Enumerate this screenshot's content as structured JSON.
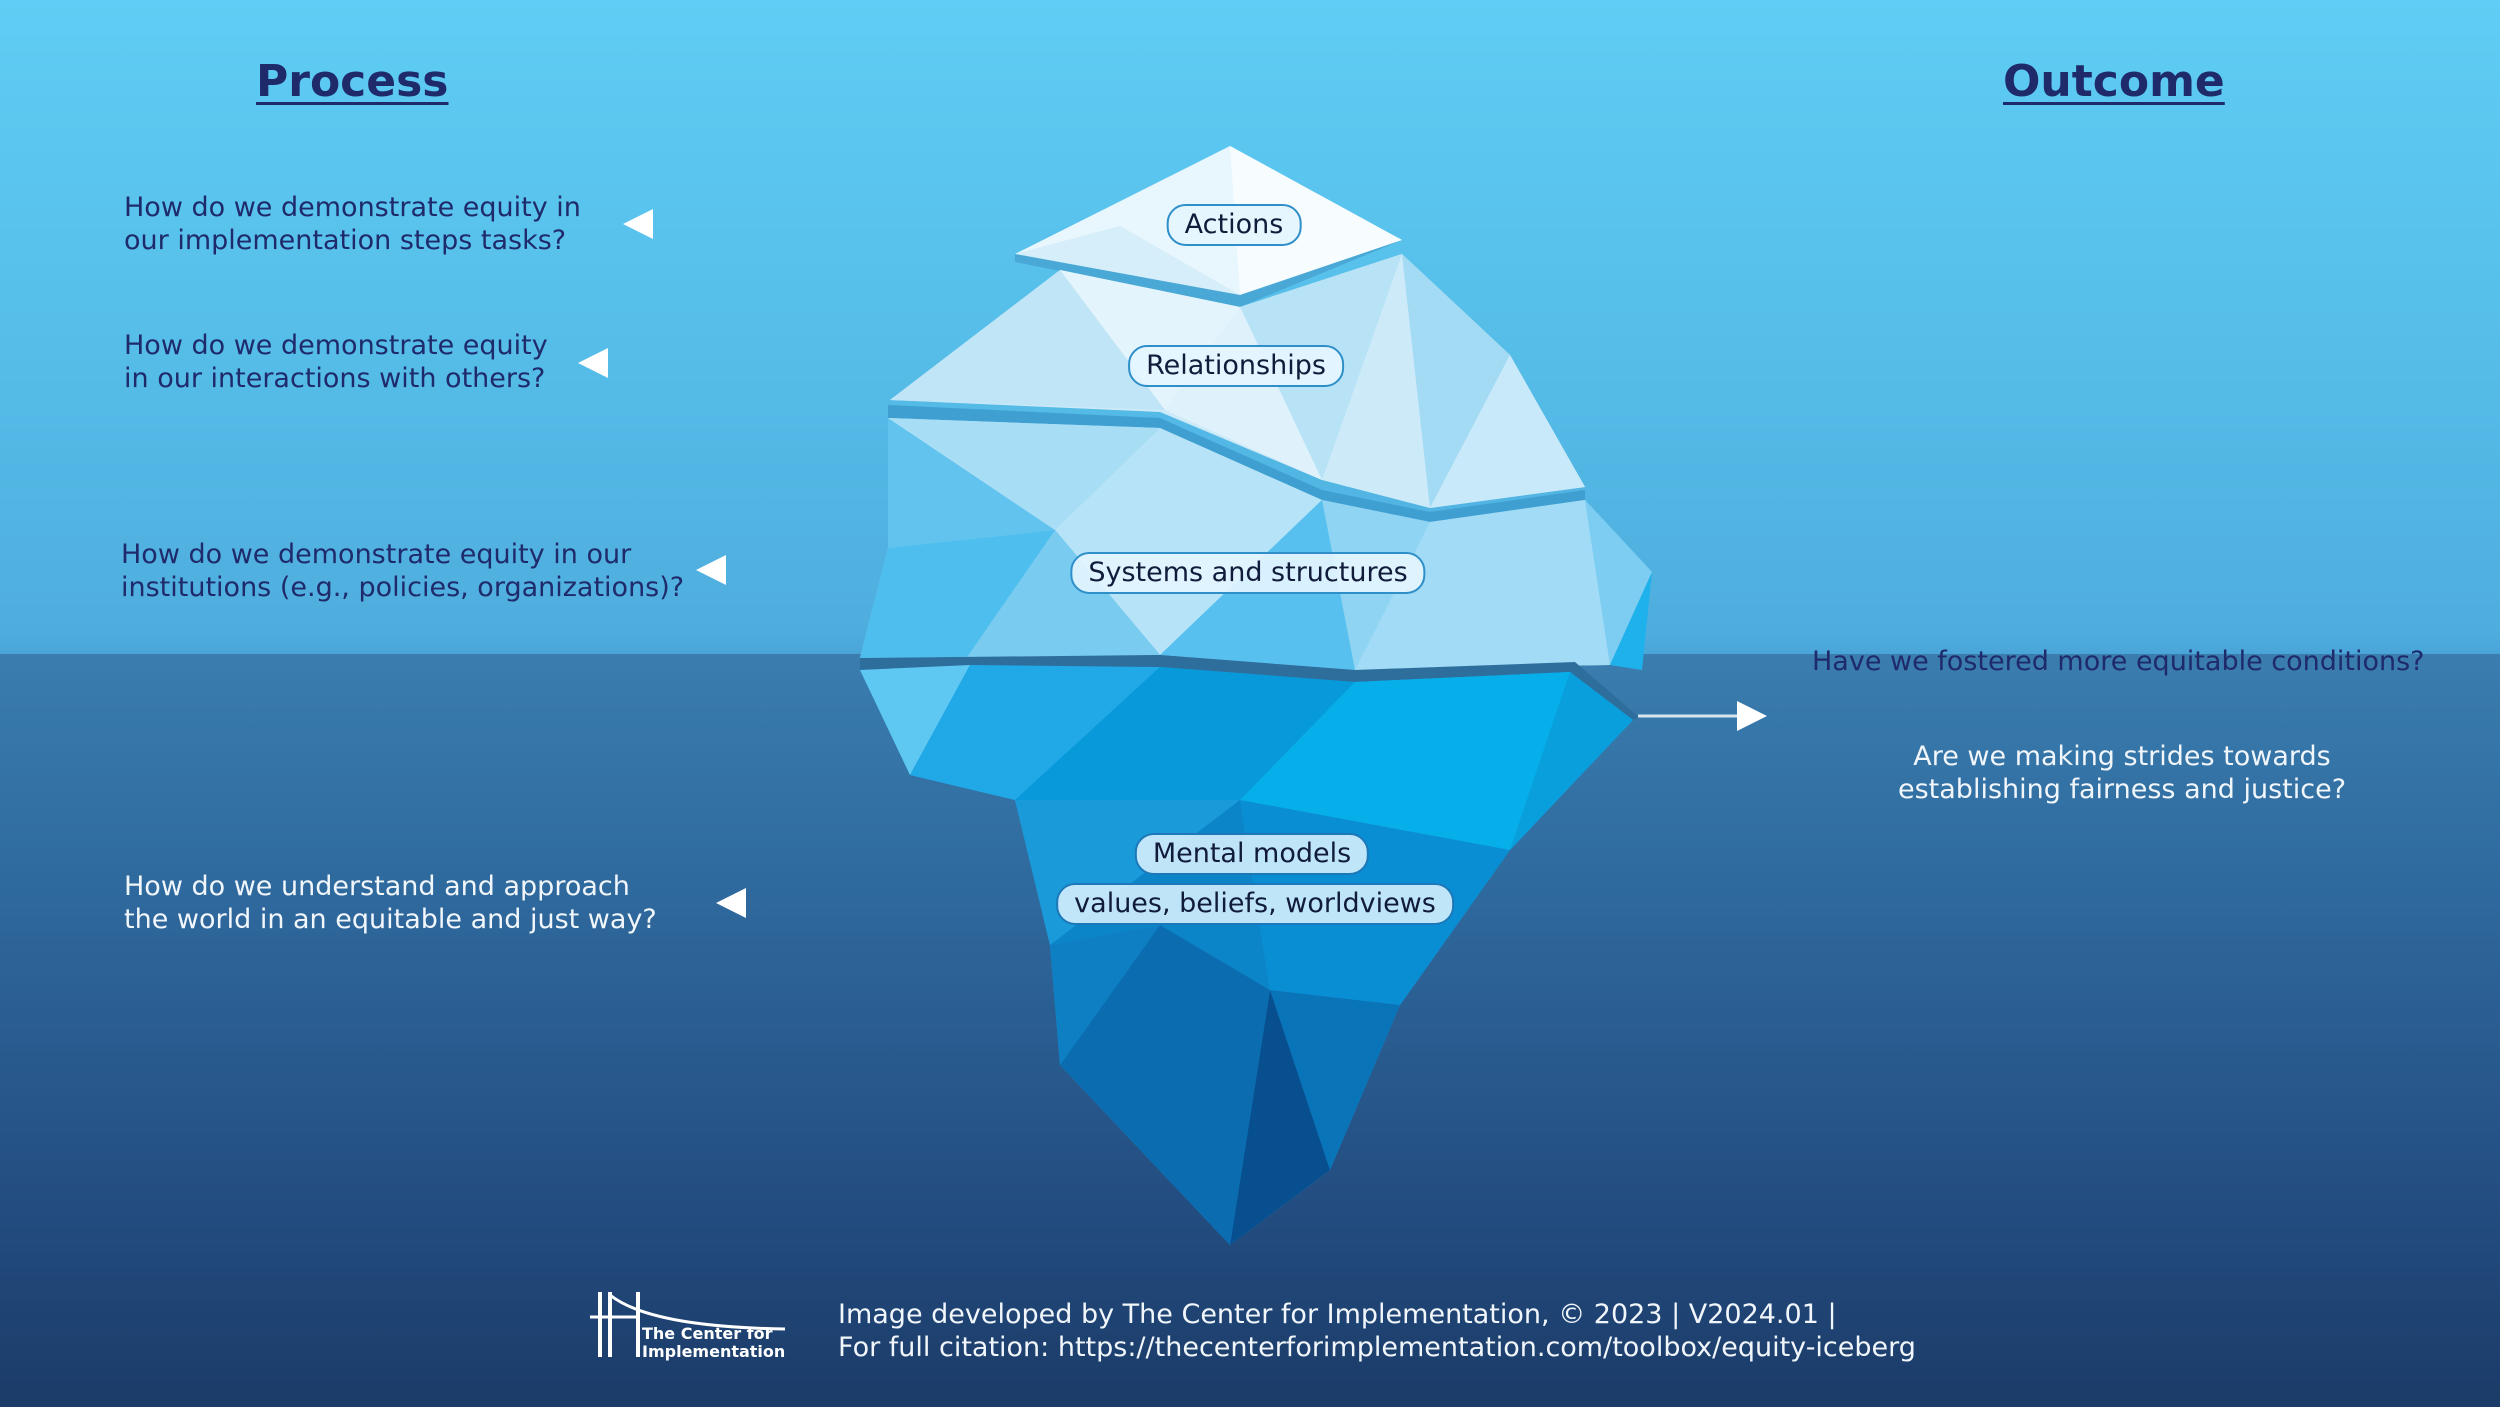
{
  "headings": {
    "left": "Process",
    "right": "Outcome"
  },
  "levels": [
    {
      "label": "Actions",
      "question": "How do we demonstrate equity in\nour implementation steps tasks?"
    },
    {
      "label": "Relationships",
      "question": "How do we demonstrate equity\nin our interactions with others?"
    },
    {
      "label": "Systems and structures",
      "question": "How do we demonstrate equity in our\ninstitutions (e.g., policies, organizations)?"
    },
    {
      "label": "Mental models",
      "sublabel": "values, beliefs, worldviews",
      "question": "How do we understand and approach\nthe world in an equitable and just way?"
    }
  ],
  "outcomes": [
    "Have we fostered more equitable conditions?",
    "Are we making strides towards\nestablishing fairness and justice?"
  ],
  "footer": {
    "logo_text": "The Center for\nImplementation",
    "text": "Image developed by The Center for Implementation, © 2023 | V2024.01 |\nFor full citation: https://thecenterforimplementation.com/toolbox/equity-iceberg"
  },
  "colors": {
    "heading": "#1f2a6b",
    "sky": "#5fcdf5",
    "sea": "#2f6a9e",
    "ice_light": "#eef8fd",
    "ice_mid": "#9fdcf6",
    "ice_deep": "#0a8fd6",
    "ice_darkest": "#0a4f8f",
    "arrow": "#ffffff"
  }
}
